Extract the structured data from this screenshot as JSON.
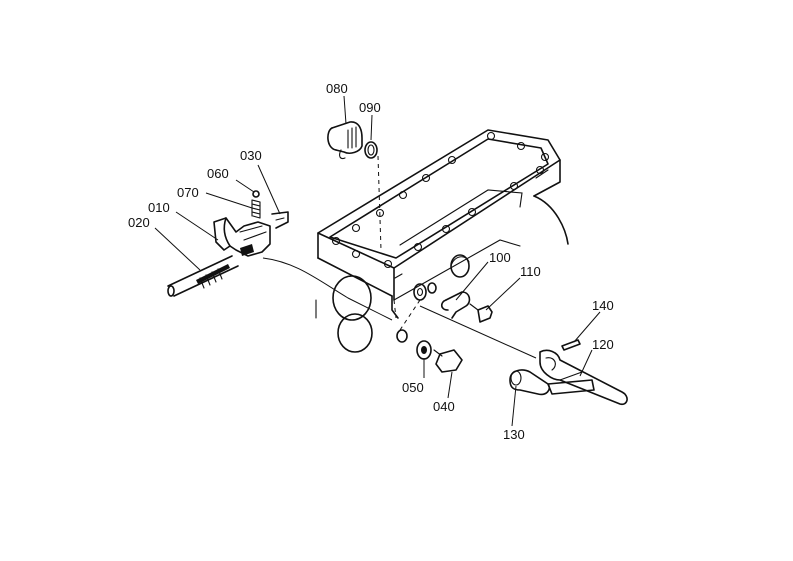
{
  "diagram": {
    "parts": [
      {
        "id": "p080",
        "number": "080"
      },
      {
        "id": "p090",
        "number": "090"
      },
      {
        "id": "p030",
        "number": "030"
      },
      {
        "id": "p060",
        "number": "060"
      },
      {
        "id": "p070",
        "number": "070"
      },
      {
        "id": "p010",
        "number": "010"
      },
      {
        "id": "p020",
        "number": "020"
      },
      {
        "id": "p100",
        "number": "100"
      },
      {
        "id": "p110",
        "number": "110"
      },
      {
        "id": "p140",
        "number": "140"
      },
      {
        "id": "p120",
        "number": "120"
      },
      {
        "id": "p050",
        "number": "050"
      },
      {
        "id": "p040",
        "number": "040"
      },
      {
        "id": "p130",
        "number": "130"
      }
    ]
  }
}
